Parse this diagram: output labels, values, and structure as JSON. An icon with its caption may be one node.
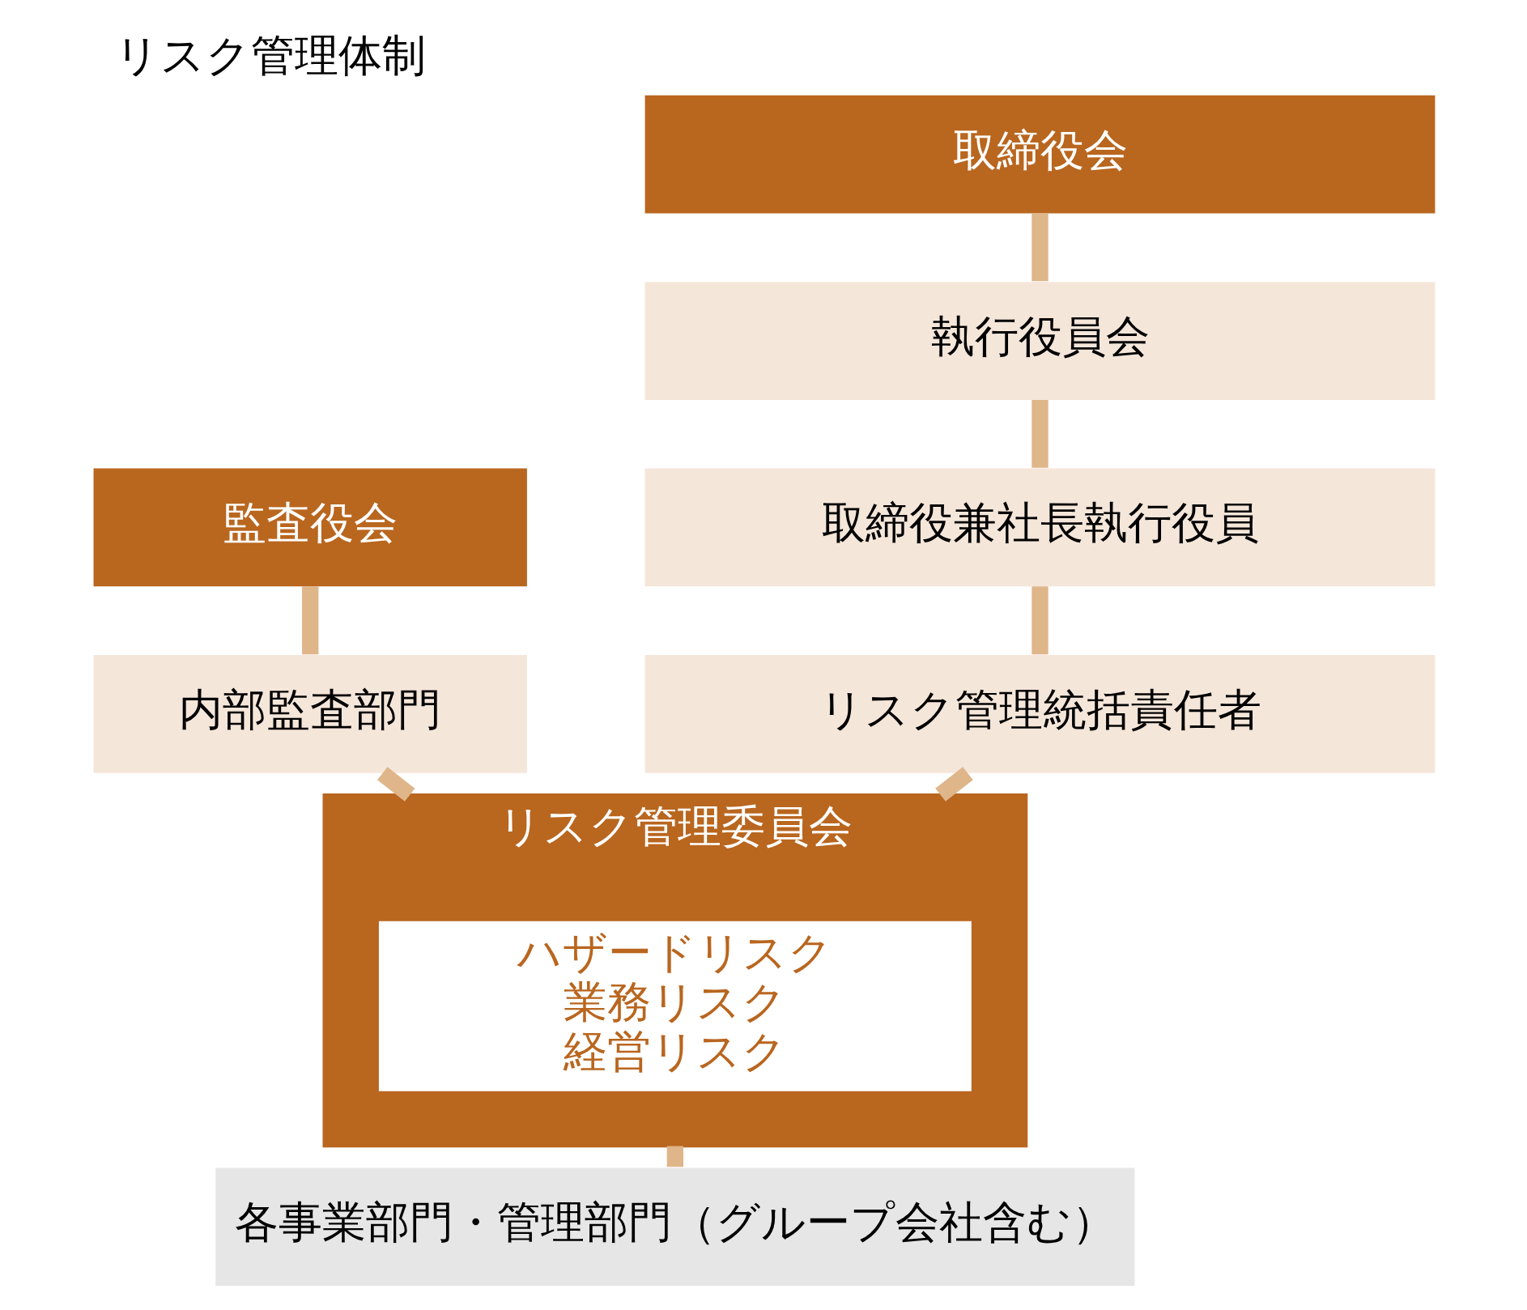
{
  "diagram": {
    "title": "リスク管理体制",
    "nodes": [
      {
        "text": [
          "監査役会"
        ]
      },
      {
        "text": [
          "取締役会"
        ]
      },
      {
        "text": [
          "執行役員会"
        ]
      },
      {
        "text": [
          "取締役兼社長執行役員"
        ]
      },
      {
        "text": [
          "リスク管理統括責任者"
        ]
      },
      {
        "text": [
          "リスク管理委員会"
        ]
      },
      {
        "text": [
          "ハザードリスク",
          "業務リスク",
          "経営リスク"
        ],
        "in": 5
      },
      {
        "text": [
          "内部監査部門"
        ]
      },
      {
        "text": [
          "各事業部門・管理部門（グループ会社含む）"
        ]
      }
    ],
    "edges": [
      {
        "from": 0,
        "to": 7,
        "arrow": "none"
      },
      {
        "from": 1,
        "to": 2,
        "arrow": "none"
      },
      {
        "from": 2,
        "to": 3,
        "arrow": "none"
      },
      {
        "from": 3,
        "to": 4,
        "arrow": "none"
      },
      {
        "from": 4,
        "to": 5,
        "arrow": "none"
      },
      {
        "from": 7,
        "to": 5,
        "arrow": "none"
      },
      {
        "from": 5,
        "to": 8,
        "arrow": "none"
      }
    ]
  }
}
